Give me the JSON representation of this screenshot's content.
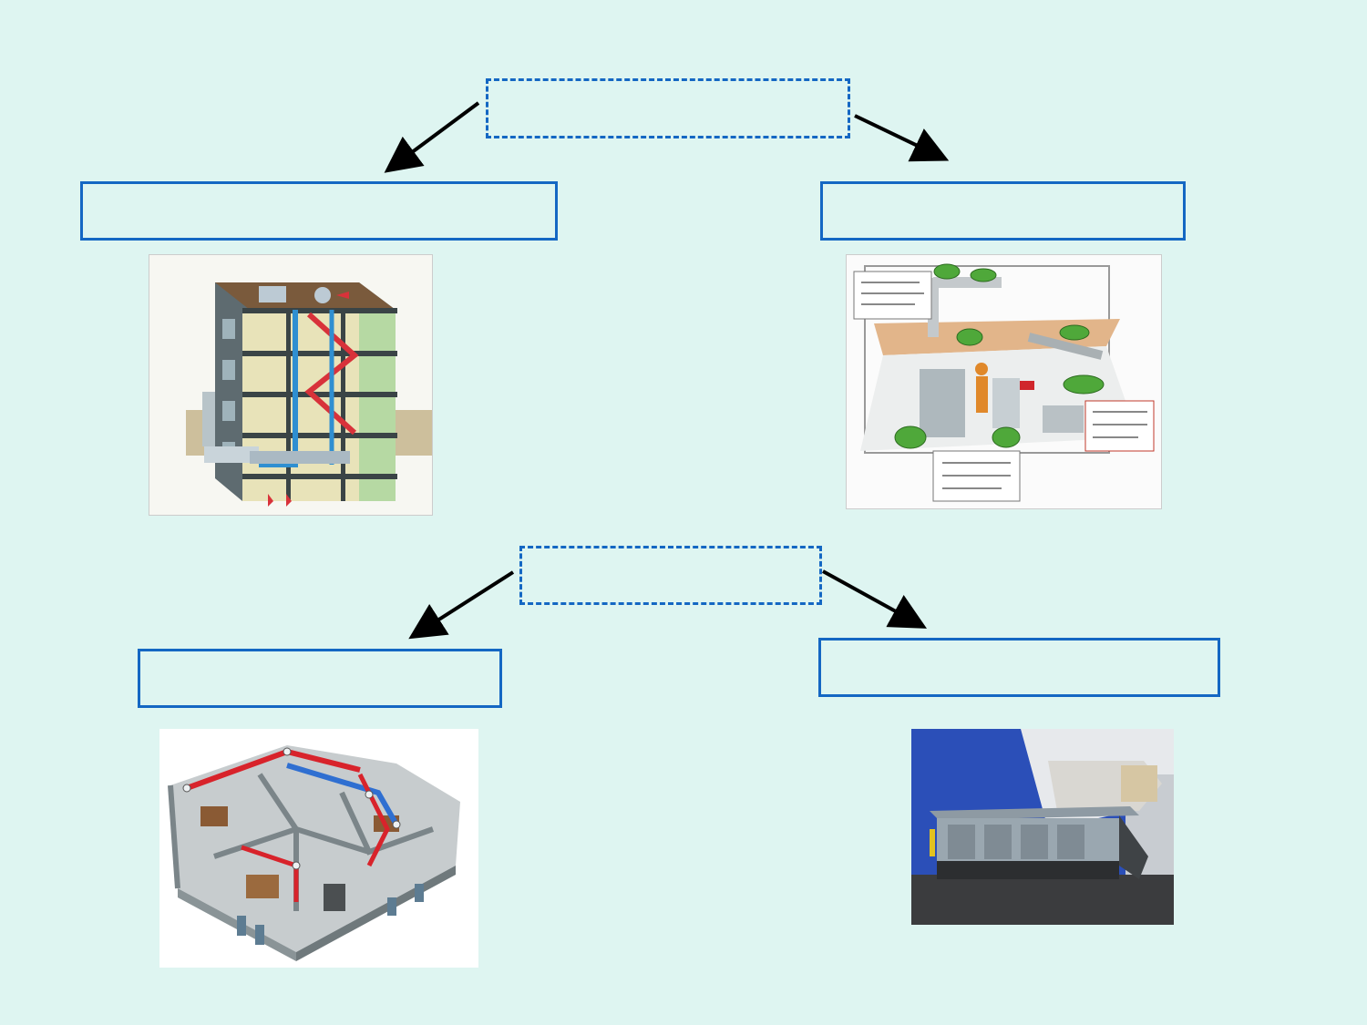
{
  "slide": {
    "background_color": "#def5f1",
    "accent_color": "#1467c3",
    "top_category": {
      "label": ""
    },
    "top_left_type": {
      "label": ""
    },
    "top_right_type": {
      "label": ""
    },
    "bottom_category": {
      "label": ""
    },
    "bottom_left_type": {
      "label": ""
    },
    "bottom_right_type": {
      "label": ""
    }
  },
  "images": {
    "building_ventilation": {
      "icon": "building-cutaway-ventilation-illustration"
    },
    "industrial_ventilation": {
      "icon": "industrial-workshop-ventilation-diagram"
    },
    "apartment_ventilation": {
      "icon": "apartment-duct-system-illustration"
    },
    "air_handling_unit": {
      "icon": "outdoor-air-handling-unit-photo"
    }
  }
}
